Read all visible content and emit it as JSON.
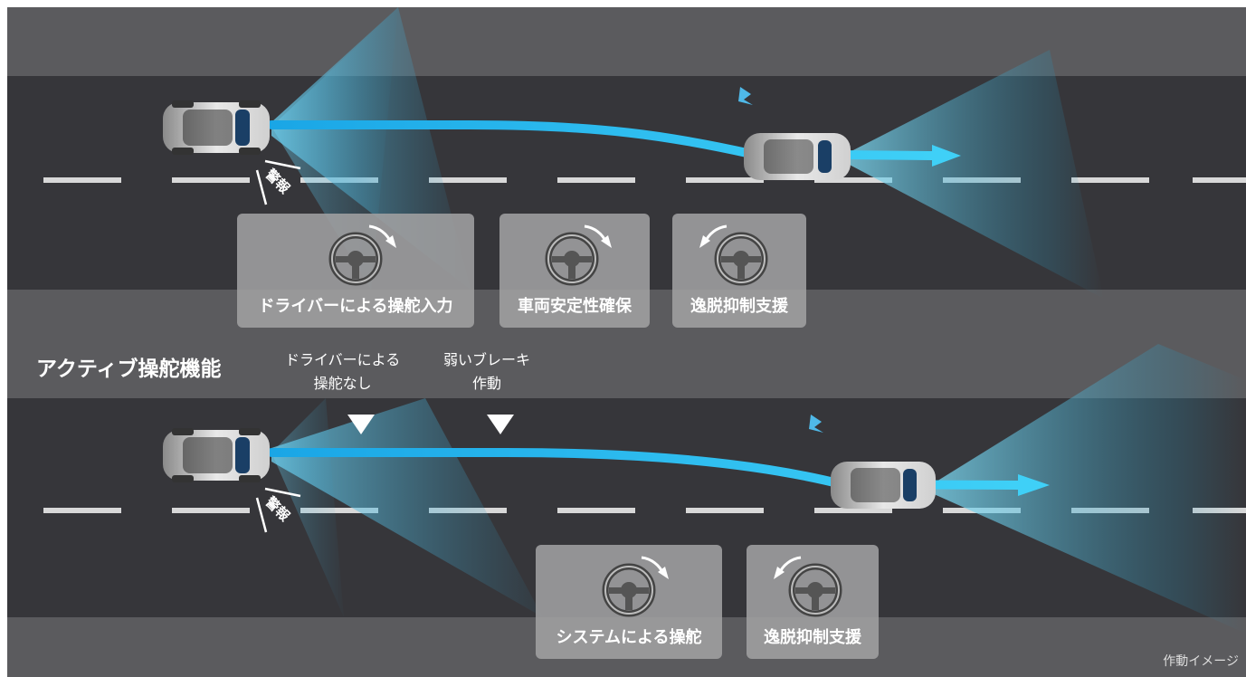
{
  "section_title": "アクティブ操舵機能",
  "image_note": "作動イメージ",
  "upper_lane": {
    "warning_label": "警報",
    "panels": [
      {
        "label": "ドライバーによる操舵入力",
        "arrow": "clockwise-arrow-icon"
      },
      {
        "label": "車両安定性確保",
        "arrow": "clockwise-arrow-icon"
      },
      {
        "label": "逸脱抑制支援",
        "arrow": "counterclockwise-arrow-icon"
      }
    ]
  },
  "lower_lane": {
    "warning_label": "警報",
    "markers": [
      {
        "line1": "ドライバーによる",
        "line2": "操舵なし"
      },
      {
        "line1": "弱いブレーキ",
        "line2": "作動"
      }
    ],
    "panels": [
      {
        "label": "システムによる操舵",
        "arrow": "clockwise-arrow-icon"
      },
      {
        "label": "逸脱抑制支援",
        "arrow": "counterclockwise-arrow-icon"
      }
    ]
  },
  "colors": {
    "road": "#3a3a3d",
    "shoulder": "#5b5b5e",
    "trajectory": "#27b8ee",
    "sensor_beam": "#4fb9d8",
    "panel": "#a0a0a2"
  }
}
